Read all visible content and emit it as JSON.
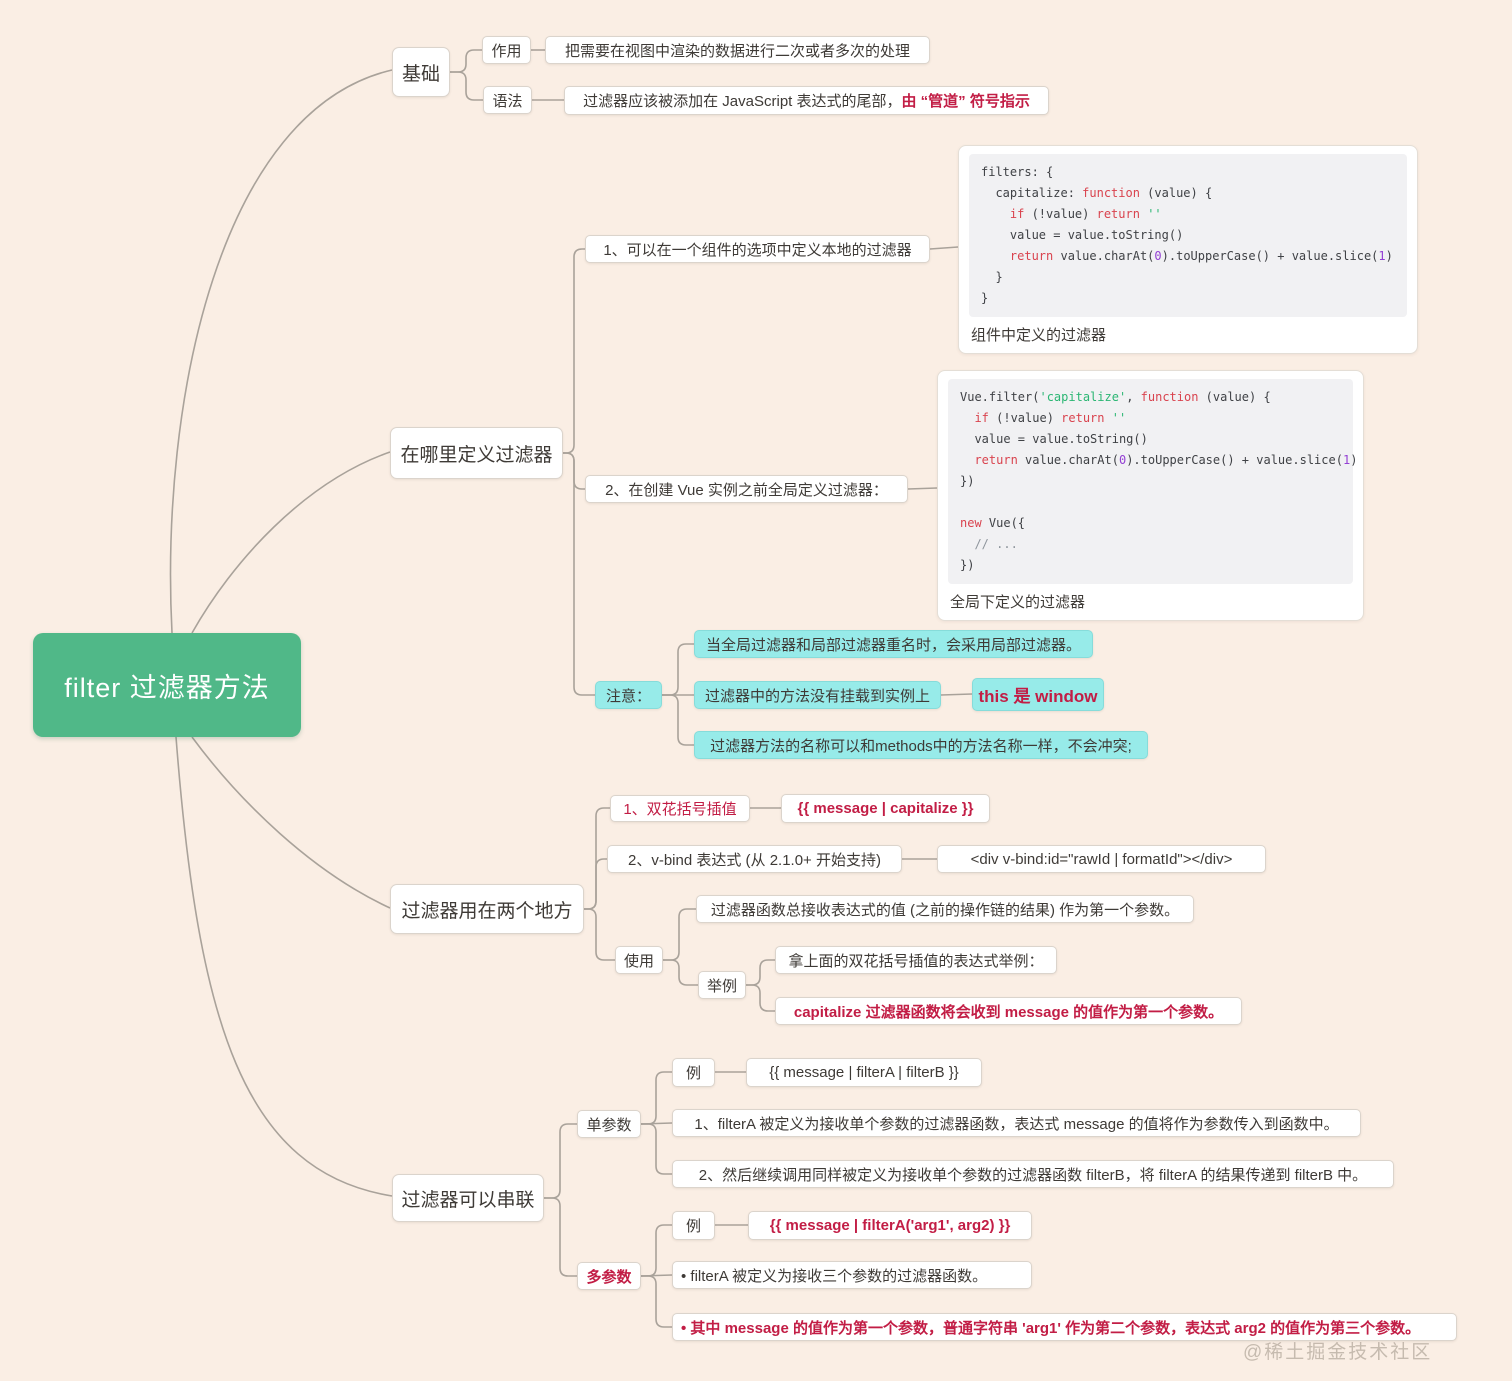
{
  "root_label": "filter 过滤器方法",
  "basics": {
    "label": "基础",
    "role_label": "作用",
    "role_text": "把需要在视图中渲染的数据进行二次或者多次的处理",
    "syntax_label": "语法",
    "syntax_segments": [
      [
        "t",
        "过滤器应该被添加在 JavaScript 表达式的尾部，"
      ],
      [
        "r",
        "由 “管道” 符号指示"
      ]
    ]
  },
  "define": {
    "label": "在哪里定义过滤器",
    "local_title": "1、可以在一个组件的选项中定义本地的过滤器",
    "local_code_lines": [
      [
        [
          "p",
          "filters: {"
        ]
      ],
      [
        [
          "p",
          "  capitalize: "
        ],
        [
          "k",
          "function"
        ],
        [
          "p",
          " (value) {"
        ]
      ],
      [
        [
          "p",
          "    "
        ],
        [
          "k",
          "if"
        ],
        [
          "p",
          " (!value) "
        ],
        [
          "k",
          "return"
        ],
        [
          "p",
          " "
        ],
        [
          "s",
          "''"
        ]
      ],
      [
        [
          "p",
          "    value = value.toString()"
        ]
      ],
      [
        [
          "p",
          "    "
        ],
        [
          "k",
          "return"
        ],
        [
          "p",
          " value.charAt("
        ],
        [
          "n",
          "0"
        ],
        [
          "p",
          ").toUpperCase() + value.slice("
        ],
        [
          "n",
          "1"
        ],
        [
          "p",
          ")"
        ]
      ],
      [
        [
          "p",
          "  }"
        ]
      ],
      [
        [
          "p",
          "}"
        ]
      ]
    ],
    "local_code_caption": "组件中定义的过滤器",
    "global_title": "2、在创建 Vue 实例之前全局定义过滤器：",
    "global_code_lines": [
      [
        [
          "p",
          "Vue.filter("
        ],
        [
          "s",
          "'capitalize'"
        ],
        [
          "p",
          ", "
        ],
        [
          "k",
          "function"
        ],
        [
          "p",
          " (value) {"
        ]
      ],
      [
        [
          "p",
          "  "
        ],
        [
          "k",
          "if"
        ],
        [
          "p",
          " (!value) "
        ],
        [
          "k",
          "return"
        ],
        [
          "p",
          " "
        ],
        [
          "s",
          "''"
        ]
      ],
      [
        [
          "p",
          "  value = value.toString()"
        ]
      ],
      [
        [
          "p",
          "  "
        ],
        [
          "k",
          "return"
        ],
        [
          "p",
          " value.charAt("
        ],
        [
          "n",
          "0"
        ],
        [
          "p",
          ").toUpperCase() + value.slice("
        ],
        [
          "n",
          "1"
        ],
        [
          "p",
          ")"
        ]
      ],
      [
        [
          "p",
          "})"
        ]
      ],
      [],
      [
        [
          "k",
          "new"
        ],
        [
          "p",
          " Vue({"
        ]
      ],
      [
        [
          "c",
          "  // ..."
        ]
      ],
      [
        [
          "p",
          "})"
        ]
      ]
    ],
    "global_code_caption": "全局下定义的过滤器",
    "notes_label": "注意：",
    "note1": "当全局过滤器和局部过滤器重名时，会采用局部过滤器。",
    "note2": "过滤器中的方法没有挂载到实例上",
    "note2_value": "this 是 window",
    "note3": "过滤器方法的名称可以和methods中的方法名称一样，不会冲突;"
  },
  "usage": {
    "label": "过滤器用在两个地方",
    "place1": "1、双花括号插值",
    "place1_example": "{{ message | capitalize }}",
    "place2": "2、v-bind 表达式 (从 2.1.0+ 开始支持)",
    "place2_example": "<div v-bind:id=\"rawId | formatId\"></div>",
    "use_label": "使用",
    "use_note": "过滤器函数总接收表达式的值 (之前的操作链的结果) 作为第一个参数。",
    "example_label": "举例",
    "example_intro": "拿上面的双花括号插值的表达式举例：",
    "example_note": "capitalize 过滤器函数将会收到 message 的值作为第一个参数。"
  },
  "chain": {
    "label": "过滤器可以串联",
    "single_label": "单参数",
    "single_example_label": "例",
    "single_example": "{{ message | filterA | filterB }}",
    "single_step1": "1、filterA 被定义为接收单个参数的过滤器函数，表达式 message 的值将作为参数传入到函数中。",
    "single_step2": "2、然后继续调用同样被定义为接收单个参数的过滤器函数 filterB，将 filterA 的结果传递到 filterB 中。",
    "multi_label": "多参数",
    "multi_example_label": "例",
    "multi_example": "{{ message | filterA('arg1', arg2) }}",
    "multi_note1": "•  filterA 被定义为接收三个参数的过滤器函数。",
    "multi_note2": "•  其中 message 的值作为第一个参数，普通字符串 'arg1' 作为第二个参数，表达式 arg2 的值作为第三个参数。"
  },
  "watermark": "@稀土掘金技术社区",
  "colors": {
    "accent_green": "#50b888",
    "highlight_cyan": "#97ebe9",
    "accent_red": "#c21d45",
    "background": "#faeee4"
  }
}
